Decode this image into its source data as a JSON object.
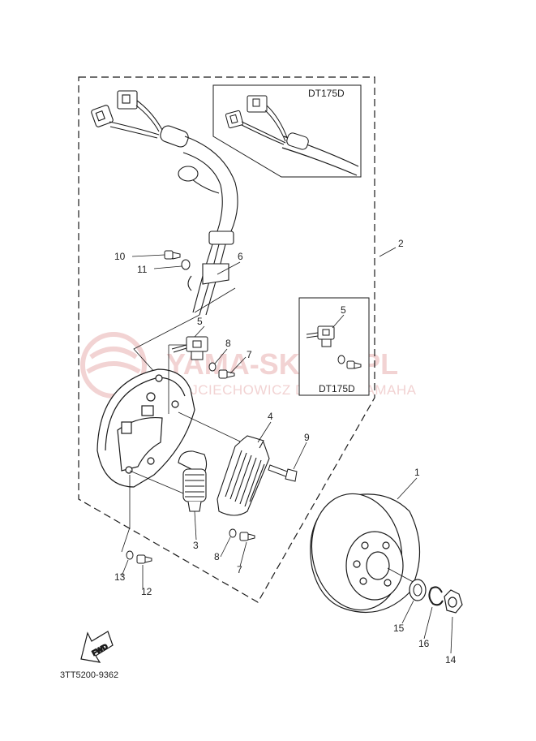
{
  "diagram": {
    "code": "3TT5200-9362",
    "fwd_label": "FWD",
    "variant_boxes": [
      {
        "label": "DT175D"
      },
      {
        "label": "DT175D"
      }
    ],
    "callouts": [
      "1",
      "2",
      "3",
      "4",
      "5",
      "5",
      "6",
      "7",
      "7",
      "8",
      "8",
      "9",
      "10",
      "11",
      "12",
      "13",
      "14",
      "15",
      "16"
    ]
  },
  "watermark": {
    "title": "YAMA-SKLEP.PL",
    "subtitle": "WOJCIECHOWICZ DEALER YAMAHA",
    "color": "#f2d3d3"
  },
  "colors": {
    "line": "#1a1a1a",
    "background": "#ffffff"
  }
}
